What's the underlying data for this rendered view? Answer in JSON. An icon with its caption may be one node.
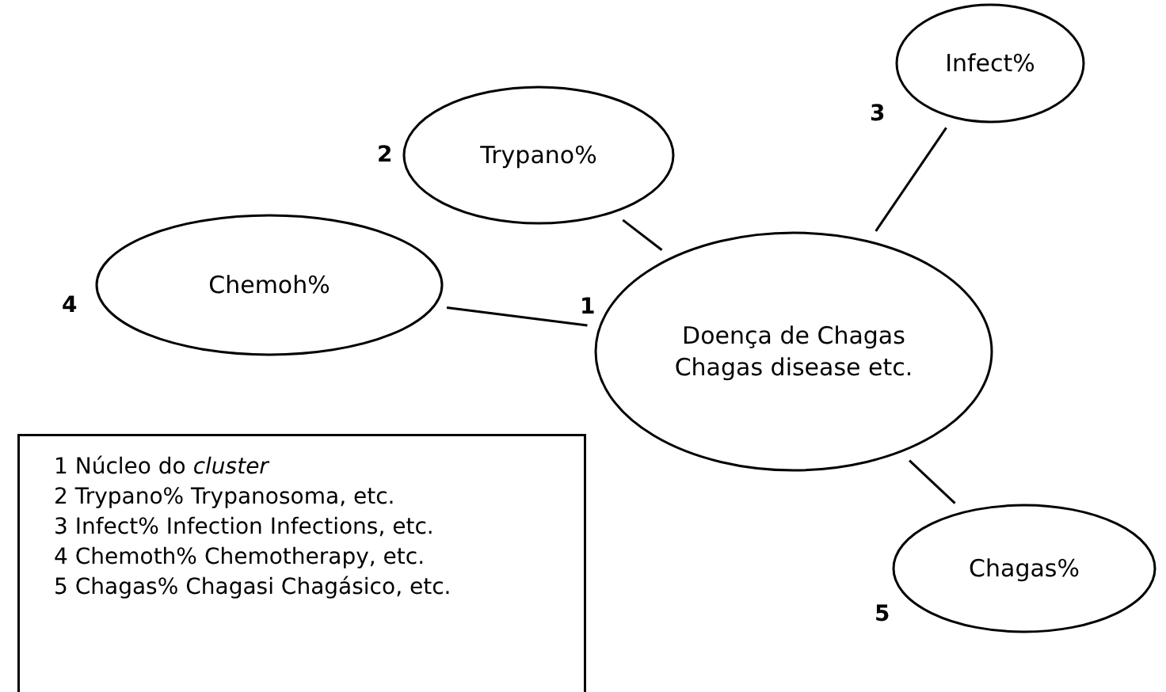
{
  "diagram": {
    "nodes": [
      {
        "text": [
          "Infect%"
        ],
        "beside": [
          "3"
        ]
      },
      {
        "text": [
          "Trypano%"
        ],
        "beside": [
          "2"
        ]
      },
      {
        "text": [
          "Chemoh%"
        ],
        "beside": [
          "4"
        ]
      },
      {
        "text": [
          "Doença de Chagas Chagas disease etc."
        ],
        "beside": [
          "1"
        ]
      },
      {
        "text": [
          "1 Núcleo do *cluster*",
          "2 Trypano% Trypanosoma, etc.",
          "3 Infect% Infection Infections, etc.",
          "4 Chemoth% Chemotherapy, etc.",
          "5 Chagas% Chagasi Chagásico, etc."
        ]
      },
      {
        "text": [
          "Chagas%"
        ],
        "beside": [
          "5"
        ]
      }
    ],
    "edges": [
      {
        "from": 1,
        "to": 3,
        "arrow": "none"
      },
      {
        "from": 0,
        "to": 3,
        "arrow": "none"
      },
      {
        "from": 2,
        "to": 3,
        "arrow": "none"
      },
      {
        "from": 3,
        "to": 5,
        "arrow": "none"
      }
    ]
  }
}
